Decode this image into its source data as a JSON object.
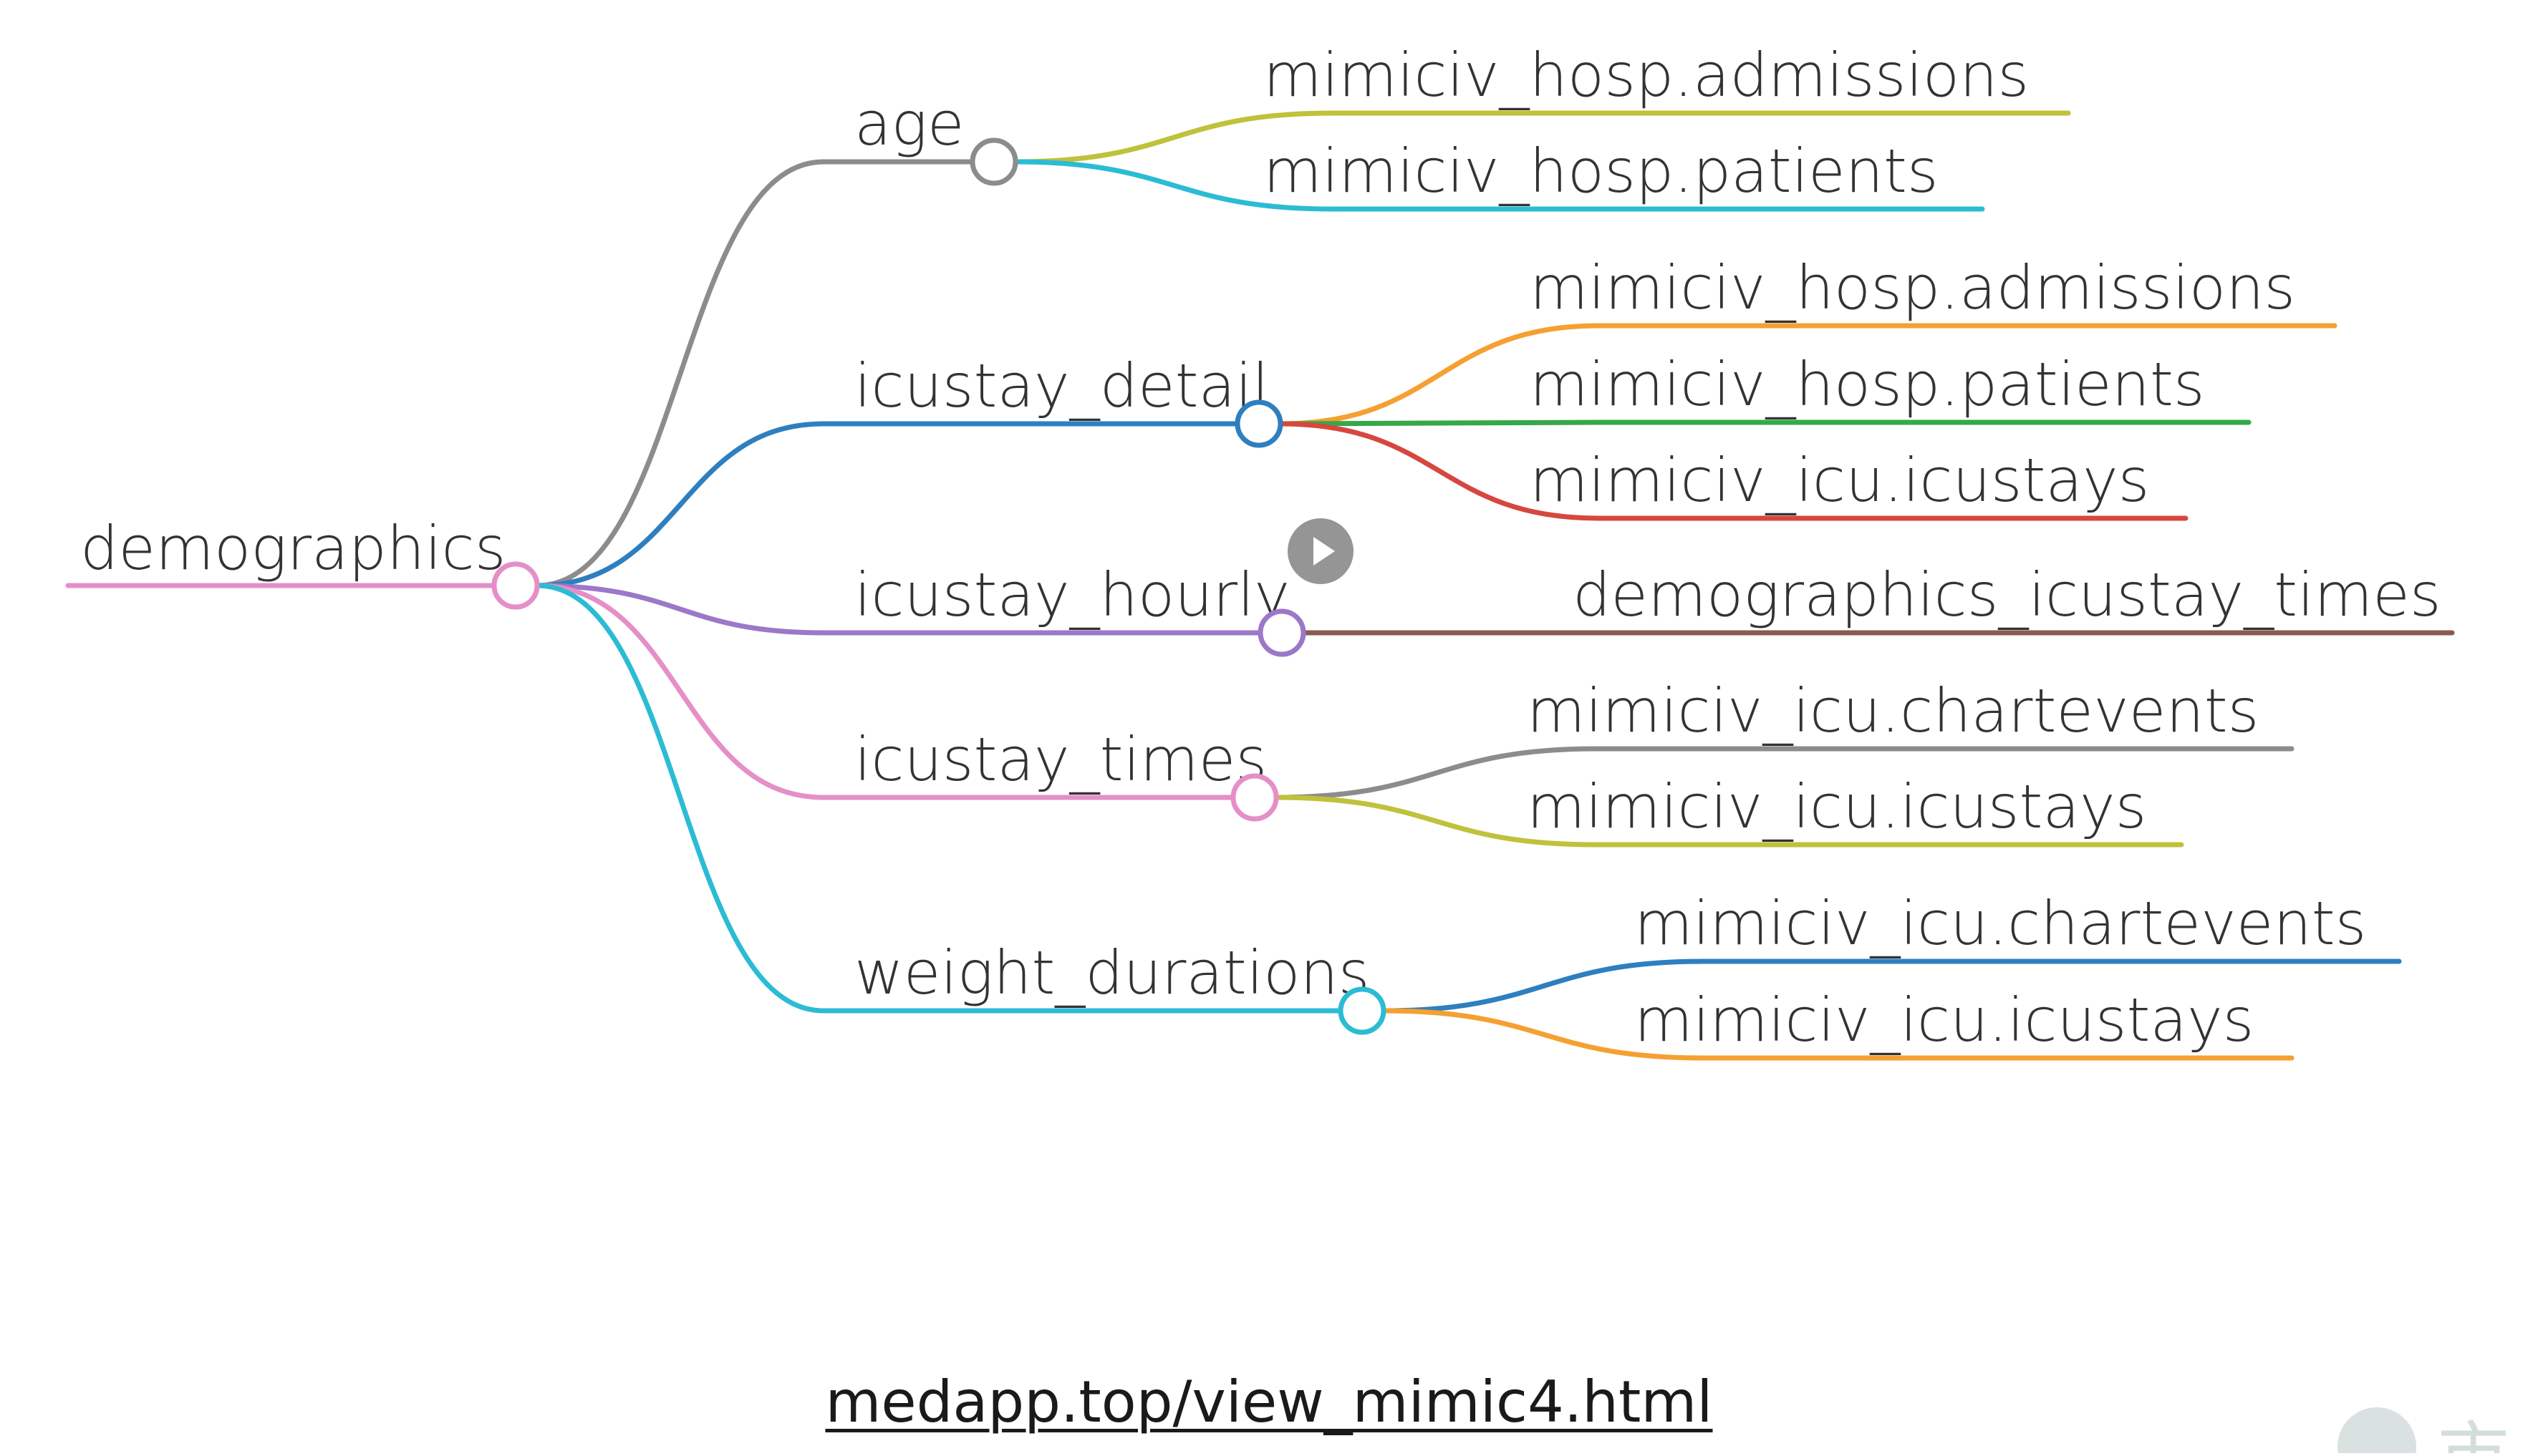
{
  "mindmap": {
    "root": {
      "label": "demographics",
      "color": "#e58fc8"
    },
    "branches": [
      {
        "label": "age",
        "color": "#8c8c8c",
        "children": [
          {
            "label": "mimiciv_hosp.admissions",
            "color": "#bfc23a"
          },
          {
            "label": "mimiciv_hosp.patients",
            "color": "#2bbcd4"
          }
        ]
      },
      {
        "label": "icustay_detail",
        "color": "#2e7fbf",
        "children": [
          {
            "label": "mimiciv_hosp.admissions",
            "color": "#f5a030"
          },
          {
            "label": "mimiciv_hosp.patients",
            "color": "#35a847"
          },
          {
            "label": "mimiciv_icu.icustays",
            "color": "#d6473f"
          }
        ]
      },
      {
        "label": "icustay_hourly",
        "color": "#9b78c8",
        "children": [
          {
            "label": "demographics_icustay_times",
            "color": "#8b5a4e"
          }
        ]
      },
      {
        "label": "icustay_times",
        "color": "#e58fc8",
        "children": [
          {
            "label": "mimiciv_icu.chartevents",
            "color": "#8c8c8c"
          },
          {
            "label": "mimiciv_icu.icustays",
            "color": "#bfc23a"
          }
        ]
      },
      {
        "label": "weight_durations",
        "color": "#2bbcd4",
        "children": [
          {
            "label": "mimiciv_icu.chartevents",
            "color": "#2e7fbf"
          },
          {
            "label": "mimiciv_icu.icustays",
            "color": "#f5a030"
          }
        ]
      }
    ]
  },
  "footer": {
    "url": "medapp.top/view_mimic4.html"
  },
  "overlay": {
    "play_icon": "play-icon"
  }
}
